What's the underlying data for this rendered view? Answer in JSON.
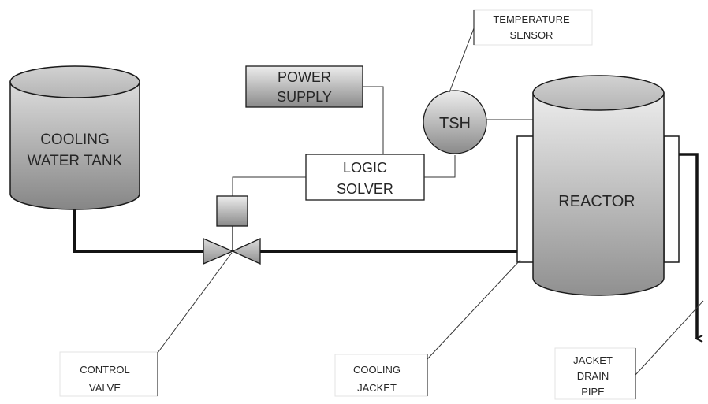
{
  "colors": {
    "line": "#1a1a1a",
    "pipe": "#141414",
    "label_bg": "#ffffff",
    "fill_light": "#e6e6e6",
    "fill_dark": "#8c8c8c"
  },
  "components": {
    "cooling_water_tank": {
      "line1": "COOLING",
      "line2": "WATER TANK"
    },
    "power_supply": {
      "line1": "POWER",
      "line2": "SUPPLY"
    },
    "logic_solver": {
      "line1": "LOGIC",
      "line2": "SOLVER"
    },
    "tsh": {
      "label": "TSH"
    },
    "reactor": {
      "label": "REACTOR"
    }
  },
  "callouts": {
    "temperature_sensor": {
      "line1": "TEMPERATURE",
      "line2": "SENSOR"
    },
    "control_valve": {
      "line1": "CONTROL",
      "line2": "VALVE"
    },
    "cooling_jacket": {
      "line1": "COOLING",
      "line2": "JACKET"
    },
    "jacket_drain_pipe": {
      "line1": "JACKET",
      "line2": "DRAIN",
      "line3": "PIPE"
    }
  }
}
